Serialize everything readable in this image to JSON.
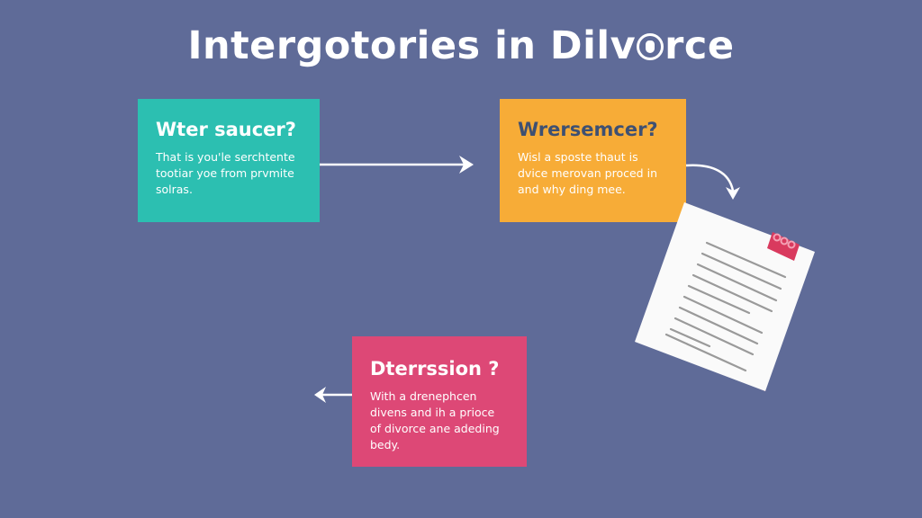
{
  "title": {
    "prefix": "Intergotories in Dilv",
    "suffix": "rce",
    "full_text": "Intergotories in Dilvorce"
  },
  "cards": [
    {
      "id": "teal",
      "heading": "Wter saucer?",
      "body": "That is you'le serchtente tootiar yoe from prvmite solras.",
      "color": "#2cbfb1"
    },
    {
      "id": "orange",
      "heading": "Wrersemcer?",
      "body": "Wisl a sposte thaut is dvice merovan proced in and why ding mee.",
      "color": "#f7ac37"
    },
    {
      "id": "pink",
      "heading": "Dterrssion ?",
      "body": "With a drenephcen divens and ih a prioce of divorce ane adeding bedy.",
      "color": "#dd4876"
    }
  ],
  "icons": {
    "title_emblem": "shield-emblem-icon",
    "document": "document-icon",
    "arrow_right": "arrow-right-icon",
    "arrow_curved": "curved-arrow-down-icon",
    "arrow_left": "arrow-left-icon"
  },
  "colors": {
    "background": "#5f6b98",
    "teal": "#2cbfb1",
    "orange": "#f7ac37",
    "pink": "#dd4876",
    "heading_dark": "#3e5072",
    "paper": "#fafafa",
    "clip": "#d93a5e"
  }
}
